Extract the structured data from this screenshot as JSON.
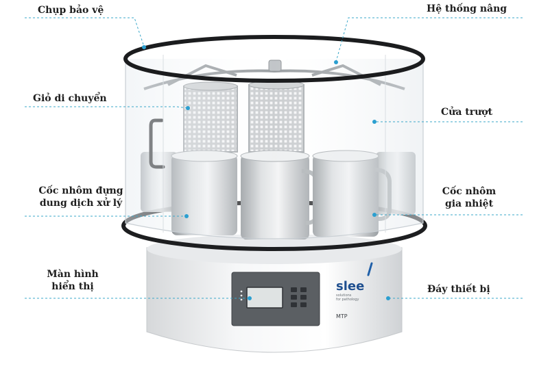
{
  "labels": {
    "chup_bao_ve": "Chụp bảo vệ",
    "he_thong_nang": "Hệ thống nâng",
    "gio_di_chuyen": "Giỏ di chuyển",
    "cua_truot": "Cửa trượt",
    "coc_nhom_dung_1": "Cốc nhôm đựng",
    "coc_nhom_dung_2": "dung dịch xử lý",
    "coc_nhom_gia_nhiet_1": "Cốc nhôm",
    "coc_nhom_gia_nhiet_2": "gia nhiệt",
    "man_hinh_1": "Màn hình",
    "man_hinh_2": "hiển thị",
    "day_thiet_bi": "Đáy thiết bị"
  },
  "device": {
    "brand": "slee",
    "tagline_1": "solutions",
    "tagline_2": "for pathology",
    "model": "MTP"
  },
  "colors": {
    "leader": "#3aa7c9",
    "dot": "#2b9fd0",
    "text": "#1e1e1e"
  }
}
